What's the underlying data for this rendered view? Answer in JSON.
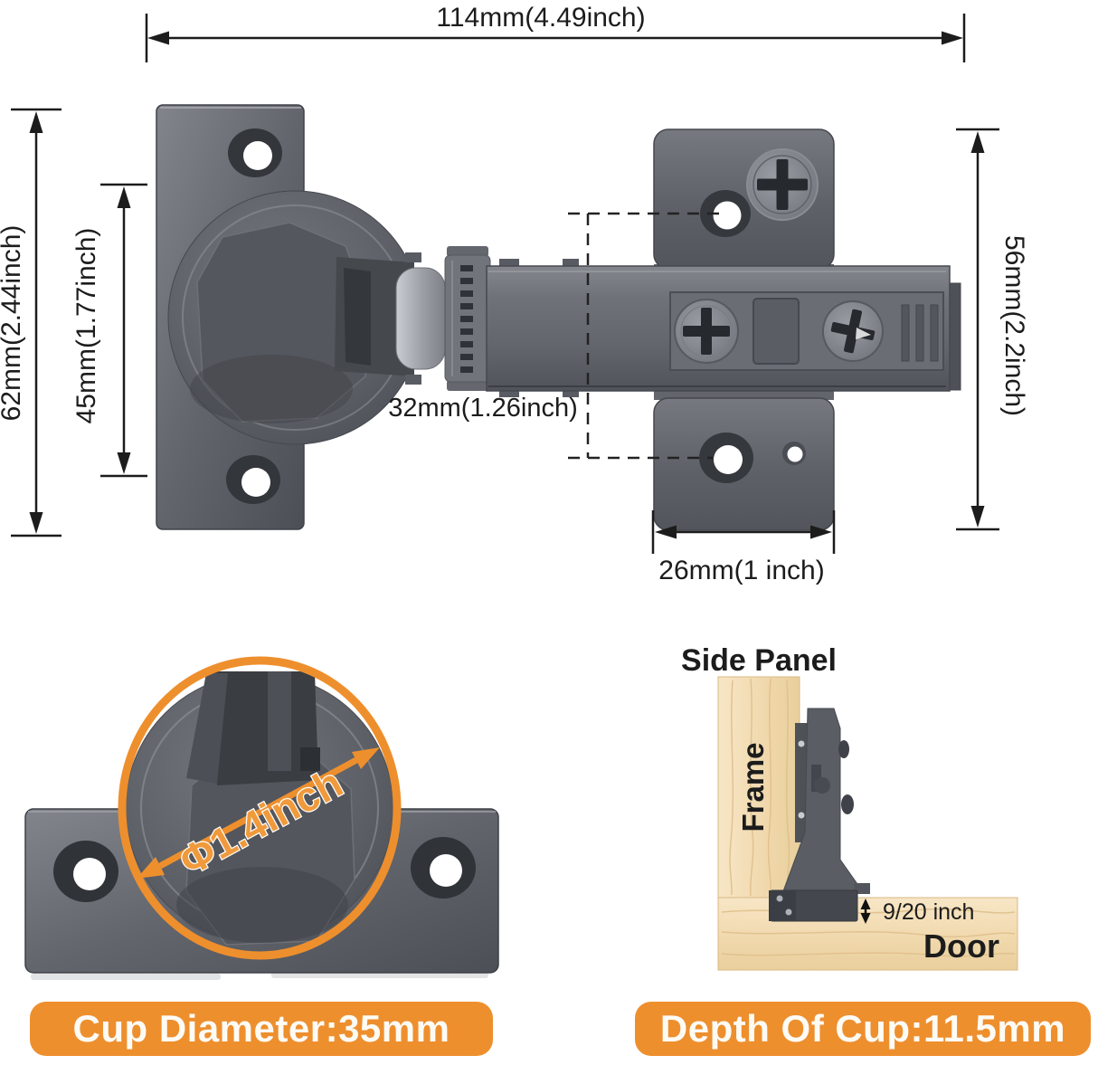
{
  "colors": {
    "accent_orange": "#ee8f2e",
    "metal_gray": "#6e7178",
    "metal_dark": "#35383d",
    "wood": "#f1d9ae",
    "dimension_ink": "#1c1c1c"
  },
  "top_view": {
    "dim_width": "114mm(4.49inch)",
    "dim_height_outer": "62mm(2.44inch)",
    "dim_height_inner": "45mm(1.77inch)",
    "dim_plate_height": "56mm(2.2inch)",
    "dim_hole_spacing": "32mm(1.26inch)",
    "dim_plate_width": "26mm(1 inch)"
  },
  "cup_view": {
    "diameter_annotation": "Φ1.4inch"
  },
  "installation_view": {
    "title": "Side Panel",
    "frame_label": "Frame",
    "door_label": "Door",
    "gap_label": "9/20 inch"
  },
  "badges": {
    "cup_diameter": "Cup Diameter:35mm",
    "cup_depth": "Depth Of Cup:11.5mm"
  }
}
